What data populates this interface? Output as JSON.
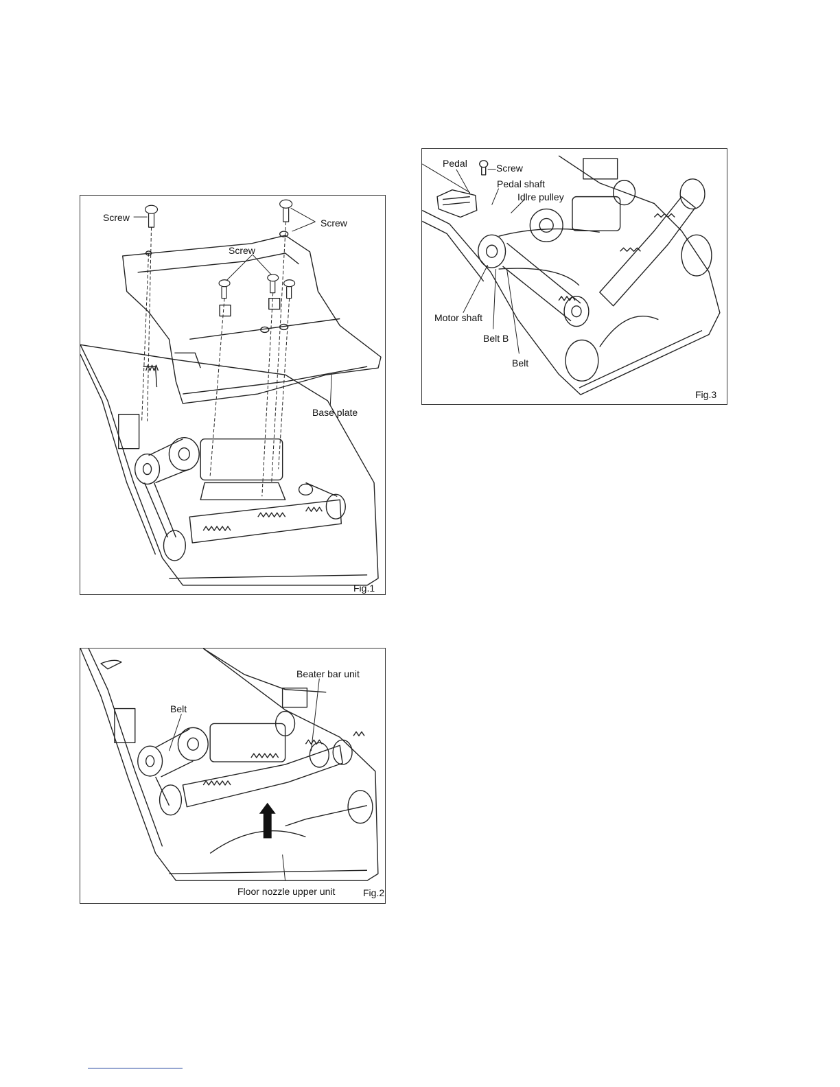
{
  "figures": [
    {
      "id": "fig1",
      "caption": "Fig.1",
      "labels": [
        "Screw",
        "Screw",
        "Screw",
        "Base plate"
      ]
    },
    {
      "id": "fig2",
      "caption": "Fig.2",
      "labels": [
        "Beater bar unit",
        "Belt",
        "Floor nozzle upper unit"
      ]
    },
    {
      "id": "fig3",
      "caption": "Fig.3",
      "labels": [
        "Pedal",
        "Screw",
        "Pedal shaft",
        "Idlre pulley",
        "Motor shaft",
        "Belt B",
        "Belt"
      ]
    }
  ],
  "colors": {
    "line": "#222222",
    "footer_rule": "#1a3d9a"
  }
}
